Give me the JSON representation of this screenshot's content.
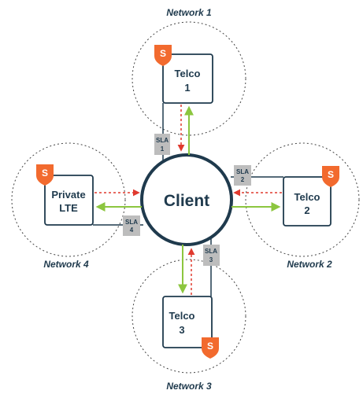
{
  "client": {
    "label": "Client"
  },
  "networks": [
    {
      "id": "n1",
      "network_label": "Network 1",
      "node_line1": "Telco",
      "node_line2": "1",
      "sla_line1": "SLA",
      "sla_line2": "1",
      "badge": "S"
    },
    {
      "id": "n2",
      "network_label": "Network 2",
      "node_line1": "Telco",
      "node_line2": "2",
      "sla_line1": "SLA",
      "sla_line2": "2",
      "badge": "S"
    },
    {
      "id": "n3",
      "network_label": "Network 3",
      "node_line1": "Telco",
      "node_line2": "3",
      "sla_line1": "SLA",
      "sla_line2": "3",
      "badge": "S"
    },
    {
      "id": "n4",
      "network_label": "Network 4",
      "node_line1": "Private",
      "node_line2": "LTE",
      "sla_line1": "SLA",
      "sla_line2": "4",
      "badge": "S"
    }
  ],
  "colors": {
    "line": "#1f3a4d",
    "green_arrow": "#8cc63f",
    "red_arrow": "#e03a2f",
    "shield": "#f26a2e",
    "sla_box": "#bdbdbd",
    "dashed_circle": "#444444"
  }
}
